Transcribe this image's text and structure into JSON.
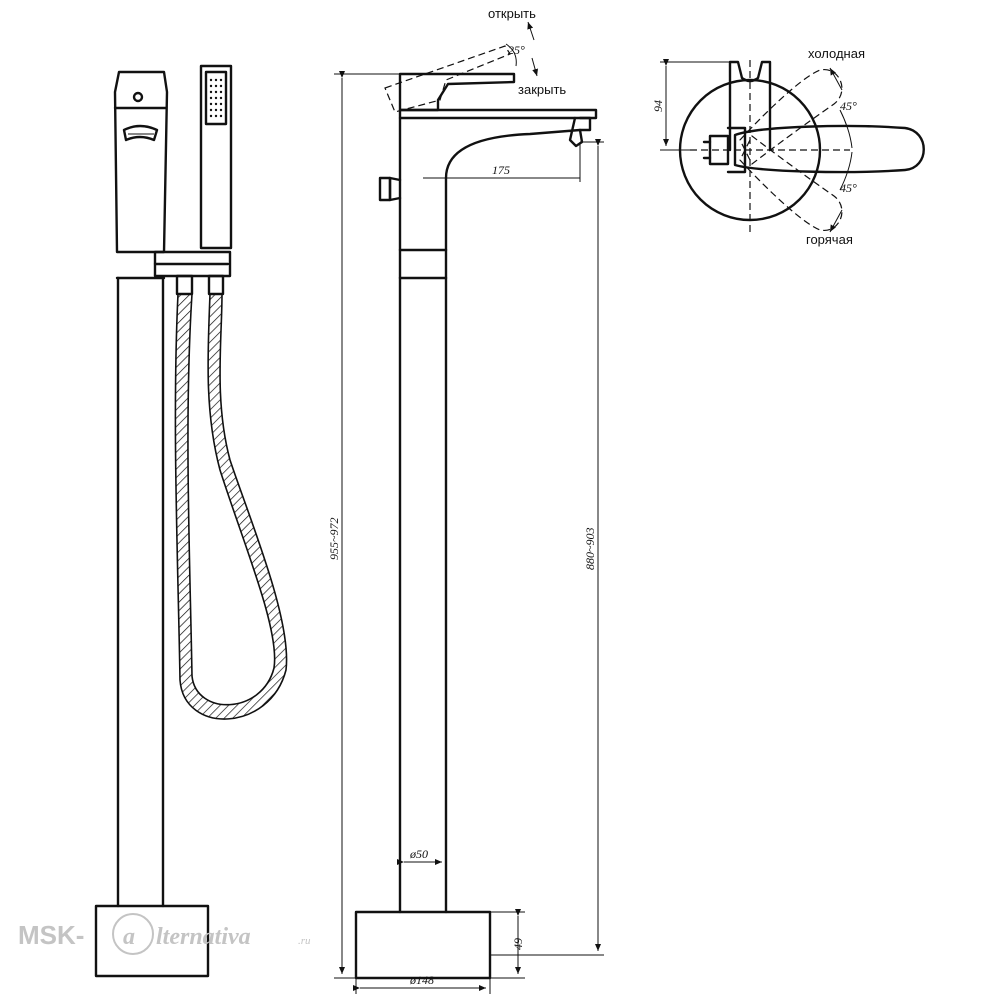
{
  "labels": {
    "open": "открыть",
    "close": "закрыть",
    "cold": "холодная",
    "hot": "горячая"
  },
  "dimensions": {
    "lever_angle": "25°",
    "total_height": "955~972",
    "spout_height": "880~903",
    "spout_reach": "175",
    "pipe_diameter": "ø50",
    "base_height": "49",
    "base_diameter": "ø148",
    "knob_height": "94",
    "cold_angle": "45°",
    "hot_angle": "45°"
  },
  "watermark": {
    "prefix": "MSK-",
    "letter": "a",
    "suffix": "lternativa",
    "domain": ".ru"
  }
}
